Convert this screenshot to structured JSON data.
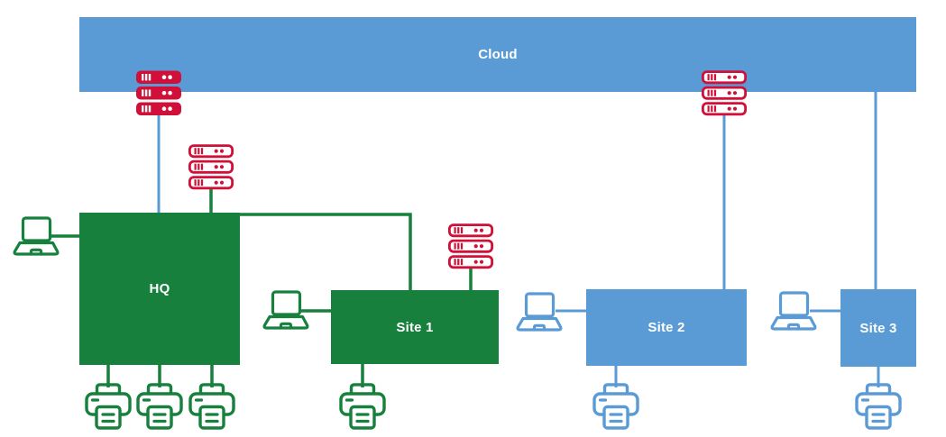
{
  "colors": {
    "blue": "#5B9BD5",
    "green": "#16803C",
    "red": "#D01038",
    "white": "#FFFFFF"
  },
  "cloud": {
    "label": "Cloud"
  },
  "sites": [
    {
      "label": "HQ",
      "scheme": "green",
      "laptops": 1,
      "printers": 3,
      "server_stacks_local": 1,
      "server_stacks_cloud": 1
    },
    {
      "label": "Site 1",
      "scheme": "green",
      "laptops": 1,
      "printers": 1,
      "server_stacks_local": 1,
      "server_stacks_cloud": 0
    },
    {
      "label": "Site 2",
      "scheme": "blue",
      "laptops": 1,
      "printers": 1,
      "server_stacks_local": 0,
      "server_stacks_cloud": 1
    },
    {
      "label": "Site 3",
      "scheme": "blue",
      "laptops": 1,
      "printers": 1,
      "server_stacks_local": 0,
      "server_stacks_cloud": 0
    }
  ],
  "icons": {
    "server_stack": "server-rack-icon",
    "laptop": "laptop-icon",
    "printer": "printer-icon"
  }
}
